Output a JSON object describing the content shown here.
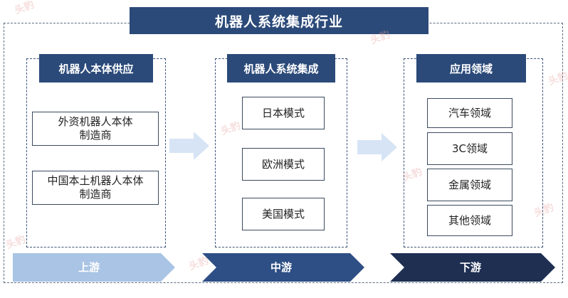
{
  "title": "机器人系统集成行业",
  "columns": [
    {
      "header": "机器人本体供应",
      "items": [
        "外资机器人本体\n制造商",
        "中国本土机器人本体\n制造商"
      ]
    },
    {
      "header": "机器人系统集成",
      "items": [
        "日本模式",
        "欧洲模式",
        "美国模式"
      ]
    },
    {
      "header": "应用领域",
      "items": [
        "汽车领域",
        "3C领域",
        "金属领域",
        "其他领域"
      ]
    }
  ],
  "stages": [
    "上游",
    "中游",
    "下游"
  ],
  "colors": {
    "dark_blue": "#2b4a79",
    "upstream": "#a9c4e4",
    "midstream": "#2e4f85",
    "downstream": "#1e2f52",
    "flow_arrow": "#d6e4f5"
  },
  "watermark": "头豹"
}
